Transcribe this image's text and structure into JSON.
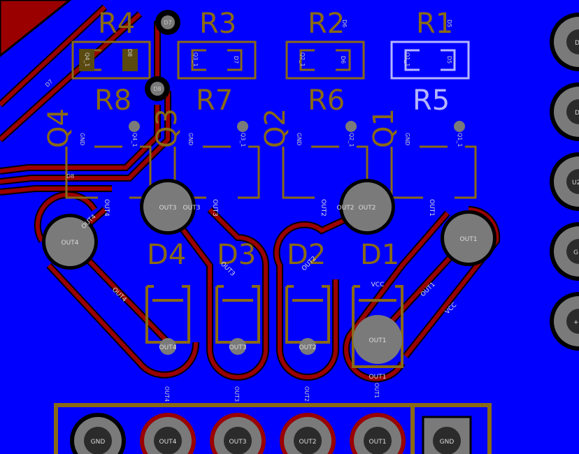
{
  "refs": {
    "resistors_top": [
      "R4",
      "R3",
      "R2",
      "R1"
    ],
    "resistors_bottom": [
      "R8",
      "R7",
      "R6",
      "R5"
    ],
    "transistors": [
      "Q4",
      "Q3",
      "Q2",
      "Q1"
    ],
    "diodes": [
      "D4",
      "D3",
      "D2",
      "D1"
    ]
  },
  "nets": {
    "gnd": "GND",
    "vcc": "VCC",
    "out1": "OUT1",
    "out2": "OUT2",
    "out3": "OUT3",
    "out4": "OUT4",
    "q1_1": "Q1_1",
    "q2_1": "Q2_1",
    "q3_1": "Q3_1",
    "q4_1": "Q4_1",
    "d5": "D5",
    "d6": "D6",
    "d7": "D7",
    "d8": "D8",
    "u2": "U2",
    "d_short": "D",
    "g_short": "G",
    "plus": "+"
  },
  "connector": [
    "GND",
    "OUT4",
    "OUT3",
    "OUT2",
    "OUT1",
    "GND"
  ],
  "colors": {
    "board": "#0000ff",
    "copper": "#9a0000",
    "clearance": "#000000",
    "silkscreen": "#8a6a14",
    "highlight": "#b6b6ff",
    "pad": "#7a7a7a",
    "hole": "#2b2b2b"
  }
}
